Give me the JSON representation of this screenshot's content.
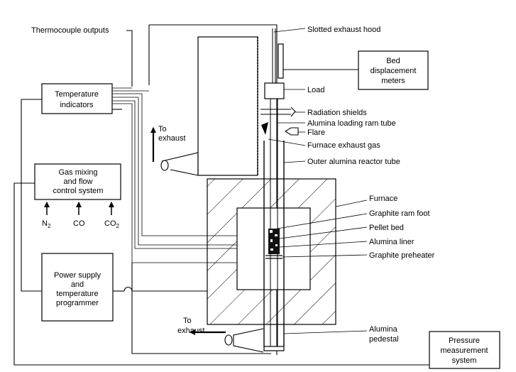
{
  "labels": {
    "thermocouple": "Thermocouple outputs",
    "slotted_hood": "Slotted exhaust hood",
    "bed_disp_1": "Bed",
    "bed_disp_2": "displacement",
    "bed_disp_3": "meters",
    "load": "Load",
    "temp_ind_1": "Temperature",
    "temp_ind_2": "indicators",
    "radiation": "Radiation shields",
    "loading_ram": "Alumina loading ram tube",
    "flare": "Flare",
    "to_exhaust_top_1": "To",
    "to_exhaust_top_2": "exhaust",
    "furnace_exhaust": "Furnace exhaust gas",
    "outer_tube": "Outer alumina reactor tube",
    "gas_mix_1": "Gas mixing",
    "gas_mix_2": "and flow",
    "gas_mix_3": "control system",
    "furnace": "Furnace",
    "ram_foot": "Graphite ram foot",
    "gas_n2": "N",
    "gas_n2_sub": "2",
    "gas_co": "CO",
    "gas_co2": "CO",
    "gas_co2_sub": "2",
    "pellet_bed": "Pellet bed",
    "liner": "Alumina liner",
    "preheater": "Graphite preheater",
    "power_1": "Power supply",
    "power_2": "and",
    "power_3": "temperature",
    "power_4": "programmer",
    "to_exhaust_bot_1": "To",
    "to_exhaust_bot_2": "exhaust",
    "pedestal_1": "Alumina",
    "pedestal_2": "pedestal",
    "pressure_1": "Pressure",
    "pressure_2": "measurement",
    "pressure_3": "system"
  }
}
